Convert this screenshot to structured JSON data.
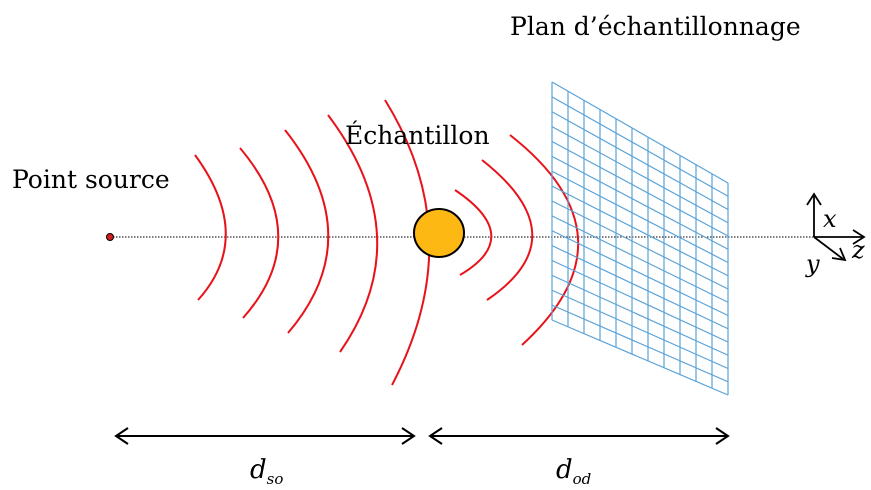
{
  "labels": {
    "detector_plane": "Plan d’échantillonnage",
    "sample": "Échantillon",
    "point_source": "Point source"
  },
  "distances": {
    "source_object": {
      "base": "d",
      "subscript": "so"
    },
    "object_detector": {
      "base": "d",
      "subscript": "od"
    }
  },
  "axes": {
    "x": "x",
    "y": "y",
    "z": "z"
  },
  "colors": {
    "wavefront": "#e8131a",
    "sample_fill": "#fdb813",
    "grid": "#5ba3d9",
    "source_dot": "#d11f1f",
    "axis": "#000000"
  }
}
